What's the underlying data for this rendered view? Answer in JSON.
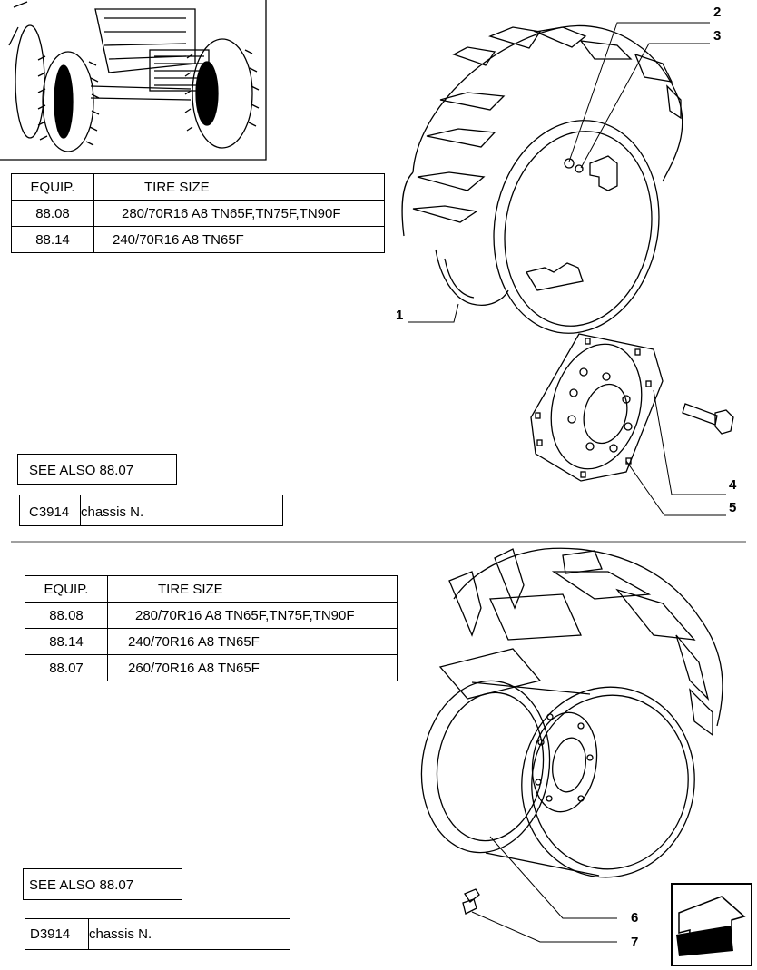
{
  "top_section": {
    "table": {
      "headers": {
        "equip": "EQUIP.",
        "tire_size": "TIRE SIZE"
      },
      "rows": [
        {
          "equip": "88.08",
          "tire_size": "280/70R16 A8 TN65F,TN75F,TN90F"
        },
        {
          "equip": "88.14",
          "tire_size": "240/70R16 A8 TN65F"
        }
      ]
    },
    "see_also": "SEE ALSO 88.07",
    "chassis": {
      "code": "C3914",
      "label": "chassis N."
    },
    "callouts": [
      "1",
      "2",
      "3",
      "4",
      "5"
    ]
  },
  "bottom_section": {
    "table": {
      "headers": {
        "equip": "EQUIP.",
        "tire_size": "TIRE SIZE"
      },
      "rows": [
        {
          "equip": "88.08",
          "tire_size": "280/70R16 A8 TN65F,TN75F,TN90F"
        },
        {
          "equip": "88.14",
          "tire_size": "240/70R16 A8 TN65F"
        },
        {
          "equip": "88.07",
          "tire_size": "260/70R16 A8 TN65F"
        }
      ]
    },
    "see_also": "SEE ALSO 88.07",
    "chassis": {
      "code": "D3914",
      "label": "chassis N."
    },
    "callouts": [
      "6",
      "7"
    ]
  },
  "icons": {
    "tractor_thumbnail": "tractor-front-thumbnail",
    "navigation": "arrow-back-icon"
  }
}
